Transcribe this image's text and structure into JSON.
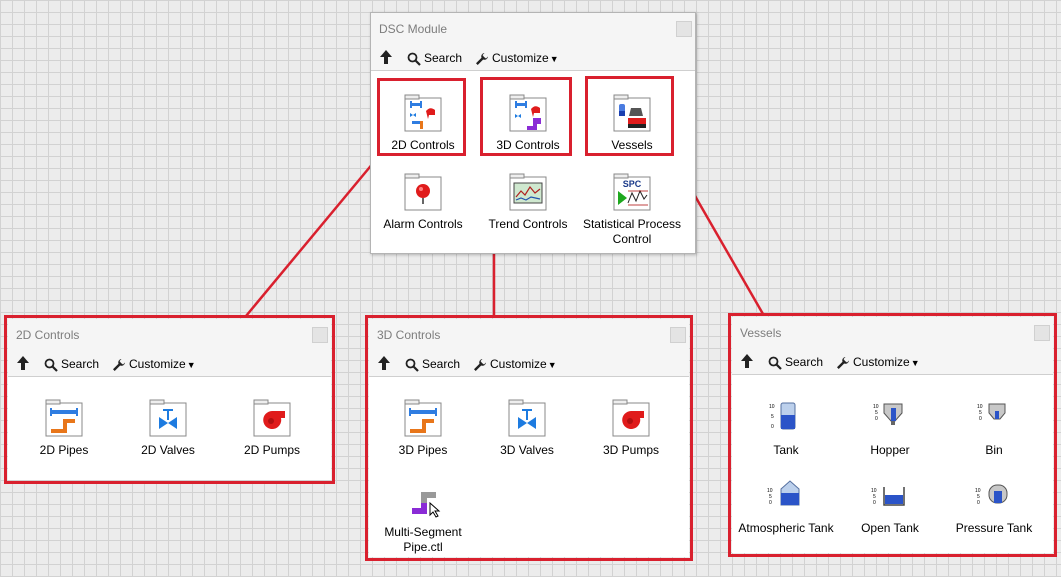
{
  "toolbar": {
    "search_label": "Search",
    "customize_label": "Customize",
    "caret": "▼"
  },
  "dsc_module": {
    "title": "DSC Module",
    "items": [
      {
        "label": "2D Controls",
        "icon": "2d-controls-folder-icon"
      },
      {
        "label": "3D Controls",
        "icon": "3d-controls-folder-icon"
      },
      {
        "label": "Vessels",
        "icon": "vessels-folder-icon"
      },
      {
        "label": "Alarm Controls",
        "icon": "alarm-controls-folder-icon"
      },
      {
        "label": "Trend Controls",
        "icon": "trend-controls-folder-icon"
      },
      {
        "label": "Statistical Process Control",
        "icon": "spc-folder-icon",
        "icon_text": "SPC"
      }
    ]
  },
  "controls_2d": {
    "title": "2D Controls",
    "items": [
      {
        "label": "2D Pipes",
        "icon": "pipes-icon"
      },
      {
        "label": "2D Valves",
        "icon": "valves-icon"
      },
      {
        "label": "2D Pumps",
        "icon": "pumps-icon"
      }
    ]
  },
  "controls_3d": {
    "title": "3D Controls",
    "items": [
      {
        "label": "3D Pipes",
        "icon": "pipes-icon"
      },
      {
        "label": "3D Valves",
        "icon": "valves-icon"
      },
      {
        "label": "3D Pumps",
        "icon": "pumps-icon"
      },
      {
        "label": "Multi-Segment Pipe.ctl",
        "icon": "multi-segment-pipe-icon"
      }
    ]
  },
  "vessels": {
    "title": "Vessels",
    "items": [
      {
        "label": "Tank",
        "icon": "tank-icon"
      },
      {
        "label": "Hopper",
        "icon": "hopper-icon"
      },
      {
        "label": "Bin",
        "icon": "bin-icon"
      },
      {
        "label": "Atmospheric Tank",
        "icon": "atmospheric-tank-icon"
      },
      {
        "label": "Open Tank",
        "icon": "open-tank-icon"
      },
      {
        "label": "Pressure Tank",
        "icon": "pressure-tank-icon"
      }
    ],
    "scale_ticks": [
      "10",
      "5",
      "0"
    ]
  },
  "colors": {
    "highlight": "#d9202e",
    "pipe_blue": "#2f7de1",
    "pipe_orange": "#e8761a",
    "pump_red": "#e01b1b",
    "valve_blue": "#1d7be0",
    "purple": "#8a2bd6"
  }
}
